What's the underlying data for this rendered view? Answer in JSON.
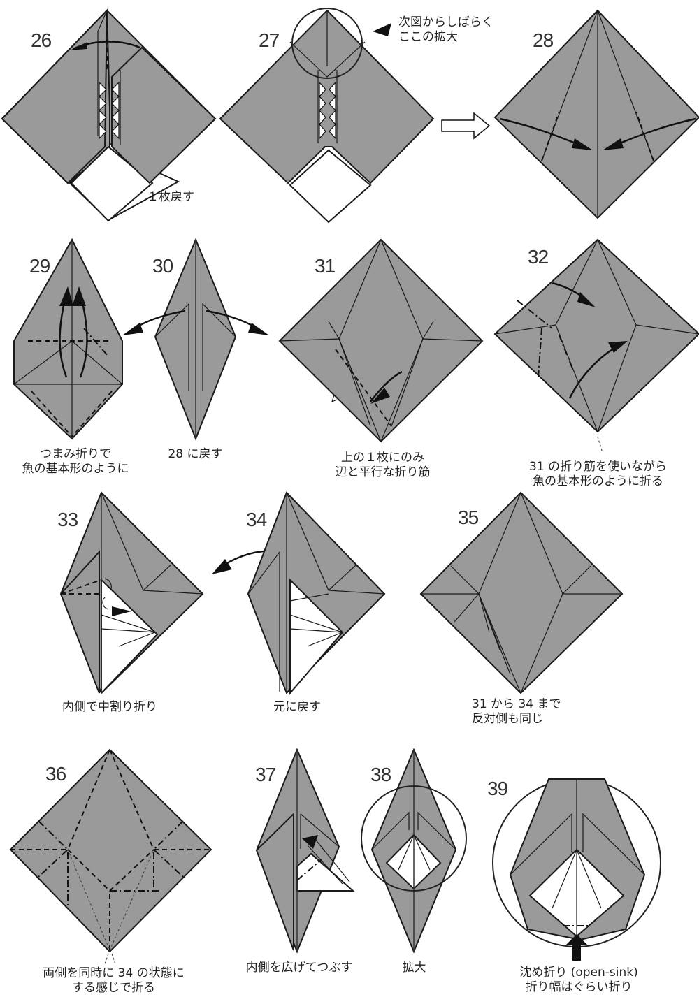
{
  "steps": [
    {
      "num": "26",
      "caption": "１枚戻す"
    },
    {
      "num": "27",
      "caption": "次図からしばらく\nここの拡大"
    },
    {
      "num": "28",
      "caption": ""
    },
    {
      "num": "29",
      "caption": "つまみ折りで\n魚の基本形のように"
    },
    {
      "num": "30",
      "caption": "28 に戻す"
    },
    {
      "num": "31",
      "caption": "上の１枚にのみ\n辺と平行な折り筋"
    },
    {
      "num": "32",
      "caption": "31 の折り筋を使いながら\n魚の基本形のように折る"
    },
    {
      "num": "33",
      "caption": "内側で中割り折り"
    },
    {
      "num": "34",
      "caption": "元に戻す"
    },
    {
      "num": "35",
      "caption": "31 から 34 まで\n反対側も同じ"
    },
    {
      "num": "36",
      "caption": "両側を同時に 34 の状態に\nする感じで折る"
    },
    {
      "num": "37",
      "caption": "内側を広げてつぶす"
    },
    {
      "num": "38",
      "caption": "拡大"
    },
    {
      "num": "39",
      "caption": "沈め折り (open-sink)\n折り幅はぐらい折り"
    }
  ],
  "labels": {
    "s26_caption": "１枚戻す",
    "s27_line1": "次図からしばらく",
    "s27_line2": "ここの拡大",
    "s29_line1": "つまみ折りで",
    "s29_line2": "魚の基本形のように",
    "s30_line1": "28 に戻す",
    "s31_line1": "上の１枚にのみ",
    "s31_line2": "辺と平行な折り筋",
    "s32_line1": "31 の折り筋を使いながら",
    "s32_line2": "魚の基本形のように折る",
    "s33_line1": "内側で中割り折り",
    "s34_line1": "元に戻す",
    "s35_line1": "31 から 34 まで",
    "s35_line2": "反対側も同じ",
    "s36_line1": "両側を同時に 34 の状態に",
    "s36_line2": "する感じで折る",
    "s37_line1": "内側を広げてつぶす",
    "s38_line1": "拡大",
    "s39_line1": "沈め折り (open-sink)",
    "s39_line2": "折り幅はぐらい折り"
  },
  "colors": {
    "paper_gray": "#9a9a9a",
    "line": "#1a1a1a",
    "background": "#ffffff"
  },
  "icons": [
    "fold-arrow-icon",
    "pointer-triangle-icon",
    "hollow-next-arrow-icon",
    "push-arrow-icon",
    "magnify-circle-icon"
  ]
}
